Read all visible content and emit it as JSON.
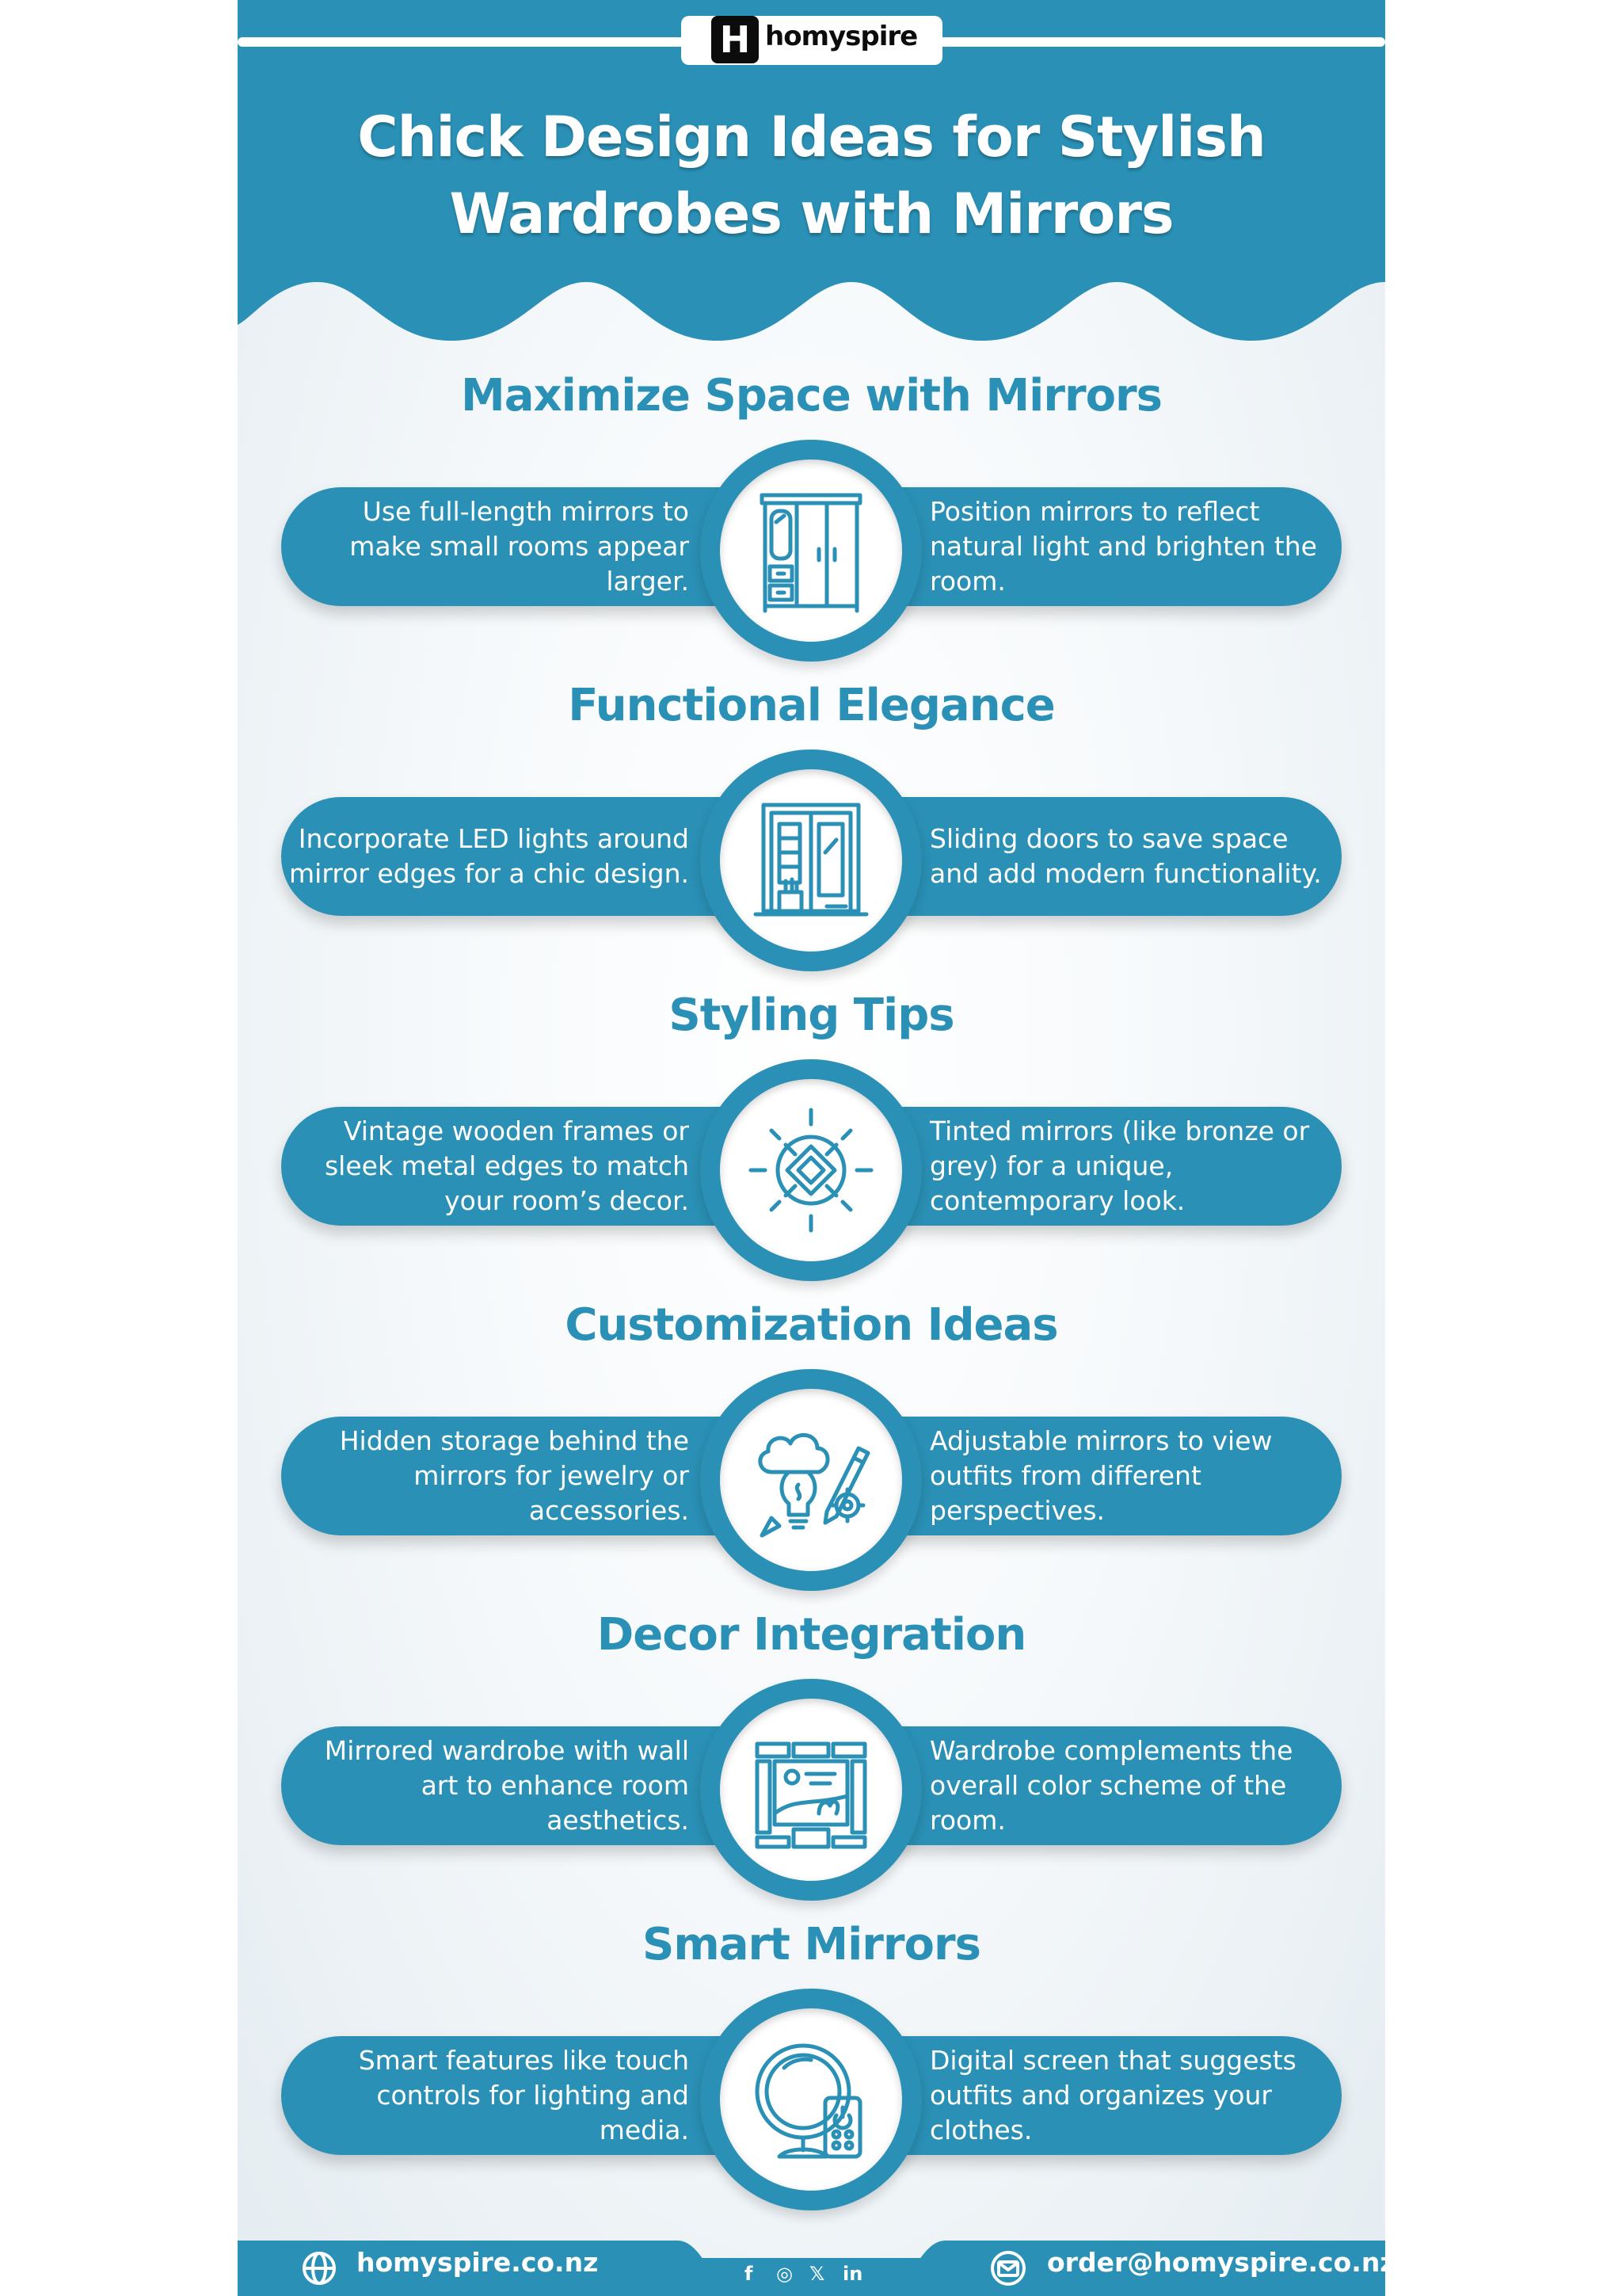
{
  "brand": {
    "logo_letter": "H",
    "name": "homyspire"
  },
  "title": {
    "line1": "Chick Design Ideas for Stylish",
    "line2": "Wardrobes with Mirrors"
  },
  "colors": {
    "primary": "#2a90b5",
    "white": "#ffffff"
  },
  "sections": [
    {
      "heading": "Maximize Space with Mirrors",
      "icon": "wardrobe-icon",
      "left": "Use full-length mirrors to make small rooms appear larger.",
      "right": "Position mirrors to reflect natural light and brighten the room."
    },
    {
      "heading": "Functional Elegance",
      "icon": "sliding-door-icon",
      "left": "Incorporate LED lights around mirror edges for a chic design.",
      "right": "Sliding doors to save space and add modern functionality."
    },
    {
      "heading": "Styling Tips",
      "icon": "design-compass-icon",
      "left": "Vintage wooden frames or sleek metal edges to match your room’s decor.",
      "right": "Tinted mirrors (like bronze or grey) for a unique, contemporary look."
    },
    {
      "heading": "Customization Ideas",
      "icon": "creative-idea-icon",
      "left": "Hidden storage behind the mirrors for jewelry or accessories.",
      "right": "Adjustable mirrors to view outfits from different perspectives."
    },
    {
      "heading": "Decor Integration",
      "icon": "wall-art-icon",
      "left": "Mirrored wardrobe with wall art to enhance room aesthetics.",
      "right": "Wardrobe complements the overall color scheme of the room."
    },
    {
      "heading": "Smart Mirrors",
      "icon": "smart-mirror-icon",
      "left": "Smart features like touch controls for lighting and media.",
      "right": "Digital screen that suggests outfits and organizes your clothes."
    }
  ],
  "footer": {
    "website": "homyspire.co.nz",
    "email": "order@homyspire.co.nz",
    "social": {
      "facebook": "f",
      "instagram": "◎",
      "x": "𝕏",
      "linkedin": "in"
    }
  }
}
